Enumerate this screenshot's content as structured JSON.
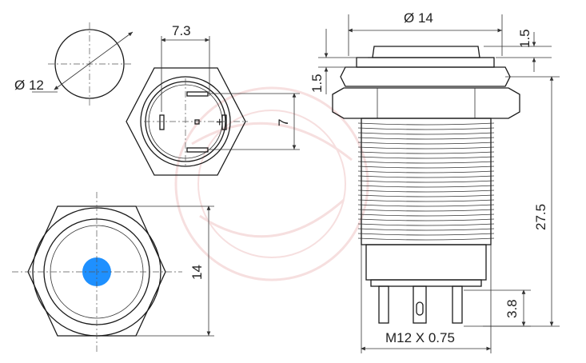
{
  "dimensions": {
    "cap_diameter": "Ø 14",
    "cap_height": "1.5",
    "flange_height": "1.5",
    "body_length": "27.5",
    "pin_length": "3.8",
    "thread_spec": "M12 X 0.75",
    "panel_hole": "Ø 12",
    "pin_spacing_h": "7.3",
    "pin_spacing_v": "7",
    "hex_across_flats": "14"
  },
  "led_color": "#1e90ff",
  "watermark_color": "#e8a5a5"
}
